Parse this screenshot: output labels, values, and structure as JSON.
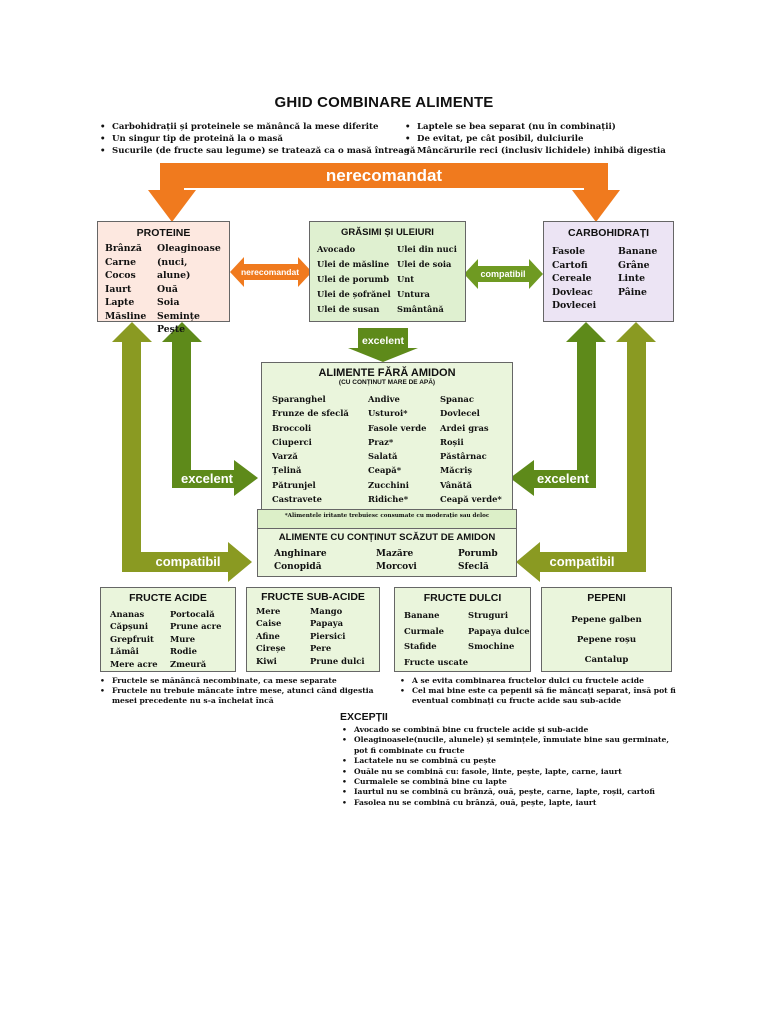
{
  "title": "GHID COMBINARE ALIMENTE",
  "tips_left": [
    "Carbohidrații și proteinele se mănâncă la mese diferite",
    "Un singur tip de proteină la o masă",
    "Sucurile (de fructe sau legume) se tratează ca o masă întreagă"
  ],
  "tips_right": [
    "Laptele se bea separat (nu în combinații)",
    "De evitat, pe cât posibil, dulciurile",
    "Mâncărurile reci (inclusiv lichidele) inhibă digestia"
  ],
  "labels": {
    "nerecomandat_top": "nerecomandat",
    "nerecomandat_small": "nerecomandat",
    "compatibil_small": "compatibil",
    "excelent_small": "excelent",
    "excelent_left": "excelent",
    "excelent_right": "excelent",
    "compatibil_left": "compatibil",
    "compatibil_right": "compatibil"
  },
  "proteine": {
    "header": "PROTEINE",
    "col1": [
      "Brânză",
      "Carne",
      "Cocos",
      "Iaurt",
      "Lapte",
      "Măsline"
    ],
    "col2": [
      "Oleaginoase",
      "(nuci, alune)",
      "Ouă",
      "Soia",
      "Semințe",
      "Pește"
    ]
  },
  "grasimi": {
    "header": "GRĂSIMI ȘI ULEIURI",
    "col1": [
      "Avocado",
      "Ulei de măsline",
      "Ulei de porumb",
      "Ulei de șofrănel",
      "Ulei de susan"
    ],
    "col2": [
      "Ulei din nuci",
      "Ulei de soia",
      "Unt",
      "Untura",
      "Smântână"
    ]
  },
  "carbohidrati": {
    "header": "CARBOHIDRAȚI",
    "col1": [
      "Fasole",
      "Cartofi",
      "Cereale",
      "Dovleac",
      "Dovlecei"
    ],
    "col2": [
      "Banane",
      "Grâne",
      "Linte",
      "Pâine"
    ]
  },
  "fara_amidon": {
    "header": "ALIMENTE FĂRĂ AMIDON",
    "subheader": "(CU CONȚINUT MARE DE APĂ)",
    "col1": [
      "Sparanghel",
      "Frunze de sfeclă",
      "Broccoli",
      "Ciuperci",
      "Varză",
      "Țelină",
      "Pătrunjel",
      "Castravete"
    ],
    "col2": [
      "Andive",
      "Usturoi*",
      "Fasole verde",
      "Praz*",
      "Salată",
      "Ceapă*",
      "Zucchini",
      "Ridiche*"
    ],
    "col3": [
      "Spanac",
      "Dovlecel",
      "Ardei gras",
      "Roșii",
      "Păstârnac",
      "Măcriș",
      "Vânătă",
      "Ceapă verde*"
    ],
    "note": "*Alimentele iritante trebuiesc consumate cu moderație sau deloc"
  },
  "scazut_amidon": {
    "header": "ALIMENTE CU CONȚINUT SCĂZUT DE AMIDON",
    "col1": [
      "Anghinare",
      "Conopidă"
    ],
    "col2": [
      "Mazăre",
      "Morcovi"
    ],
    "col3": [
      "Porumb",
      "Sfeclă"
    ]
  },
  "fructe_acide": {
    "header": "FRUCTE ACIDE",
    "col1": [
      "Ananas",
      "Căpșuni",
      "Grepfruit",
      "Lămâi",
      "Mere acre"
    ],
    "col2": [
      "Portocală",
      "Prune acre",
      "Mure",
      "Rodie",
      "Zmeură"
    ]
  },
  "fructe_subacide": {
    "header": "FRUCTE SUB-ACIDE",
    "col1": [
      "Mere",
      "Caise",
      "Afine",
      "Cireșe",
      "Kiwi"
    ],
    "col2": [
      "Mango",
      "Papaya",
      "Piersici",
      "Pere",
      "Prune dulci"
    ]
  },
  "fructe_dulci": {
    "header": "FRUCTE DULCI",
    "col1": [
      "Banane",
      "Curmale",
      "Stafide",
      "Fructe uscate"
    ],
    "col2": [
      "Struguri",
      "Papaya dulce",
      "Smochine"
    ]
  },
  "pepeni": {
    "header": "PEPENI",
    "items": [
      "Pepene galben",
      "Pepene roșu",
      "Cantalup"
    ]
  },
  "notes_left": [
    "Fructele se mănâncă necombinate, ca mese separate",
    "Fructele nu trebuie mâncate între mese, atunci când digestia mesei precedente nu s-a încheiat încă"
  ],
  "notes_right": [
    "A se evita combinarea fructelor dulci cu fructele acide",
    "Cel mai bine este ca pepenii să fie mâncați separat, însă pot fi eventual combinați cu fructe acide sau sub-acide"
  ],
  "exceptii": {
    "header": "EXCEPȚII",
    "items": [
      "Avocado se combină bine cu fructele acide și sub-acide",
      "Oleaginoasele(nucile, alunele) și semințele, înmuiate bine sau germinate, pot fi combinate cu fructe",
      "Lactatele nu se combină cu pește",
      "Ouăle nu se combină cu: fasole, linte, pește, lapte, carne, iaurt",
      "Curmalele se combină bine cu lapte",
      "Iaurtul nu se combină cu brânză, ouă, pește, carne, lapte, roșii, cartofi",
      "Fasolea nu se combină cu brânză, ouă, pește, lapte, iaurt"
    ]
  },
  "colors": {
    "orange": "#f07a1e",
    "dark_green": "#5e8a1a",
    "olive": "#8a9a22",
    "pink_bg": "#fde8e0",
    "green_bg": "#dff0d0",
    "lavender_bg": "#ece4f4"
  }
}
